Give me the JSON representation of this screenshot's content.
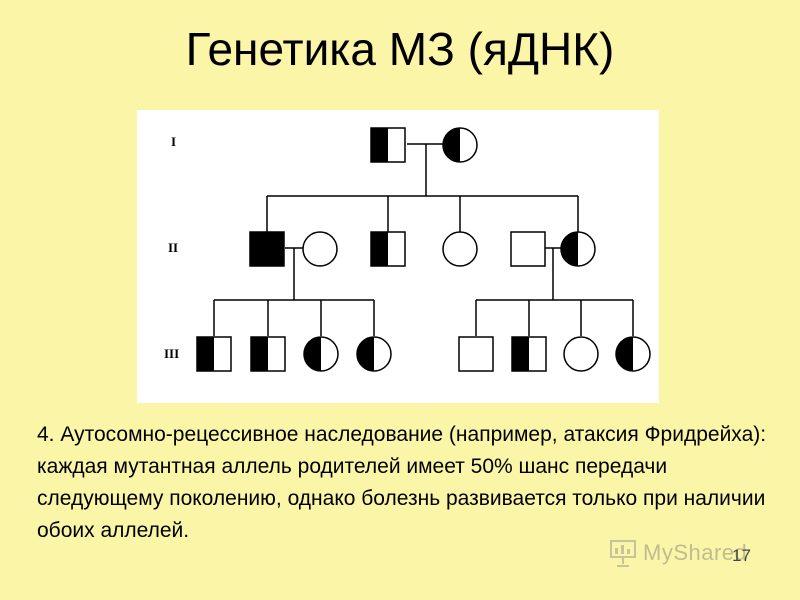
{
  "slide": {
    "title": "Генетика МЗ (яДНК)",
    "caption": "4. Аутосомно-рецессивное наследование (например, атаксия Фридрейха): каждая мутантная аллель родителей имеет 50% шанс передачи следующему поколению, однако болезнь развивается только при наличии обоих аллелей.",
    "slide_number": "17"
  },
  "watermark": {
    "text": "MyShared",
    "icon": "presentation-screen-icon"
  },
  "pedigree": {
    "generation_labels": [
      "I",
      "II",
      "III"
    ],
    "generations": [
      {
        "label": "I",
        "individuals": [
          {
            "sex": "male",
            "status": "carrier"
          },
          {
            "sex": "female",
            "status": "carrier"
          }
        ]
      },
      {
        "label": "II",
        "individuals": [
          {
            "sex": "male",
            "status": "affected"
          },
          {
            "sex": "female",
            "status": "unaffected",
            "married_in": true
          },
          {
            "sex": "male",
            "status": "carrier"
          },
          {
            "sex": "female",
            "status": "unaffected"
          },
          {
            "sex": "male",
            "status": "unaffected",
            "married_in": true
          },
          {
            "sex": "female",
            "status": "carrier"
          }
        ]
      },
      {
        "label": "III",
        "individuals": [
          {
            "sex": "male",
            "status": "carrier"
          },
          {
            "sex": "male",
            "status": "carrier"
          },
          {
            "sex": "female",
            "status": "carrier"
          },
          {
            "sex": "female",
            "status": "carrier"
          },
          {
            "sex": "male",
            "status": "unaffected"
          },
          {
            "sex": "male",
            "status": "carrier"
          },
          {
            "sex": "female",
            "status": "unaffected"
          },
          {
            "sex": "female",
            "status": "carrier"
          }
        ]
      }
    ],
    "colors": {
      "fill": "#000000",
      "line": "#000000",
      "background": "#ffffff"
    }
  }
}
